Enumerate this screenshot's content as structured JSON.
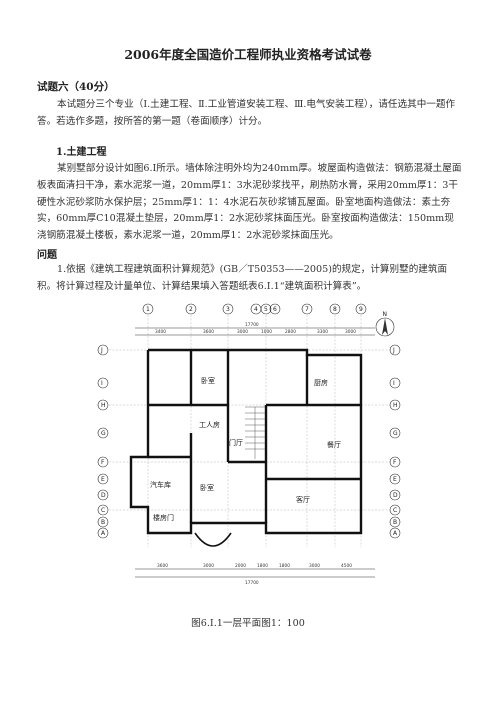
{
  "doc": {
    "title": "2006年度全国造价工程师执业资格考试试卷",
    "question_heading": "试题六（40分）",
    "intro": "本试题分三个专业（Ⅰ.土建工程、Ⅱ.工业管道安装工程、Ⅲ.电气安装工程），请任选其中一题作答。若选作多题，按所答的第一题（卷面顺序）计分。",
    "section1_heading": "1.土建工程",
    "section1_body": "某别墅部分设计如图6.Ⅰ所示。墙体除注明外均为240mm厚。坡屋面构造做法：钢筋混凝土屋面板表面清扫干净，素水泥浆一道，20mm厚1：3水泥砂浆找平，刷热防水膏，采用20mm厚1：3干硬性水泥砂浆防水保护层；25mm厚1：1：4水泥石灰砂浆铺瓦屋面。卧室地面构造做法：素土夯实，60mm厚C10混凝土垫层，20mm厚1：2水泥砂浆抹面压光。卧室按面构造做法：150mm现浇钢筋混凝土楼板，素水泥浆一道，20mm厚1：2水泥砂浆抹面压光。",
    "problem_heading": "问题",
    "problem_1": "1.依据《建筑工程建筑面积计算规范》(GB／T50353——2005)的规定，计算别墅的建筑面积。将计算过程及计量单位、计算结果填入答题纸表6.Ⅰ.1“建筑面积计算表”。",
    "figure_caption": "图6.Ⅰ.1一层平面图1：100"
  },
  "plan": {
    "rooms": {
      "bedroom_top": "卧室",
      "kitchen": "厨房",
      "servant": "工人房",
      "living": "餐厅",
      "garage": "汽车库",
      "bedroom_bottom": "卧室",
      "hall": "客厅",
      "stairs": "门厅",
      "utility": "楼房门"
    },
    "axis_top": [
      "1",
      "2",
      "3",
      "4",
      "5",
      "6",
      "7",
      "8",
      "9"
    ],
    "axis_left": [
      "J",
      "I",
      "H",
      "G",
      "F",
      "E",
      "D",
      "C",
      "B",
      "A"
    ],
    "axis_right": [
      "J",
      "I",
      "H",
      "G",
      "F",
      "E",
      "D",
      "C",
      "B",
      "A"
    ],
    "dim_total": "17700",
    "dim_top_row": [
      "3400",
      "3600",
      "3000",
      "1000",
      "2800",
      "3300",
      "3000"
    ],
    "dim_bottom_row": [
      "3600",
      "3000",
      "2000",
      "1800",
      "1800",
      "3000",
      "4500"
    ],
    "dim_bottom_total": "17700",
    "north": "N"
  }
}
